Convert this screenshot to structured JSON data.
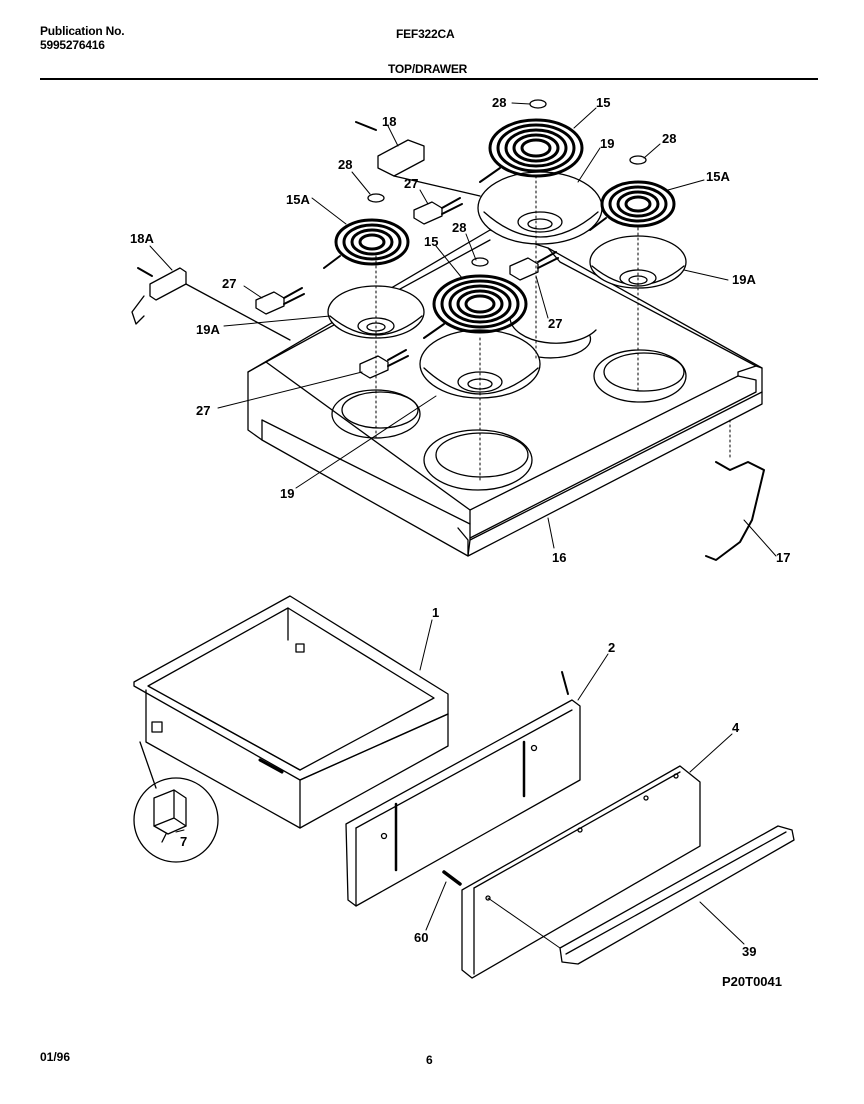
{
  "header": {
    "publication_label": "Publication No.",
    "publication_number": "5995276416",
    "model": "FEF322CA",
    "section": "TOP/DRAWER"
  },
  "callouts": {
    "c28a": "28",
    "c15a": "15",
    "c18": "18",
    "c19a": "19",
    "c28b": "28",
    "c28c": "28",
    "c27a": "27",
    "c15Aa": "15A",
    "c15Ab": "15A",
    "c18A": "18A",
    "c28d": "28",
    "c15b": "15",
    "c27b": "27",
    "c19Aa": "19A",
    "c19Ab": "19A",
    "c27c": "27",
    "c27d": "27",
    "c19b": "19",
    "c16": "16",
    "c17": "17",
    "c1": "1",
    "c2": "2",
    "c4": "4",
    "c7": "7",
    "c60": "60",
    "c39": "39"
  },
  "figure_code": "P20T0041",
  "footer": {
    "date": "01/96",
    "page": "6"
  }
}
